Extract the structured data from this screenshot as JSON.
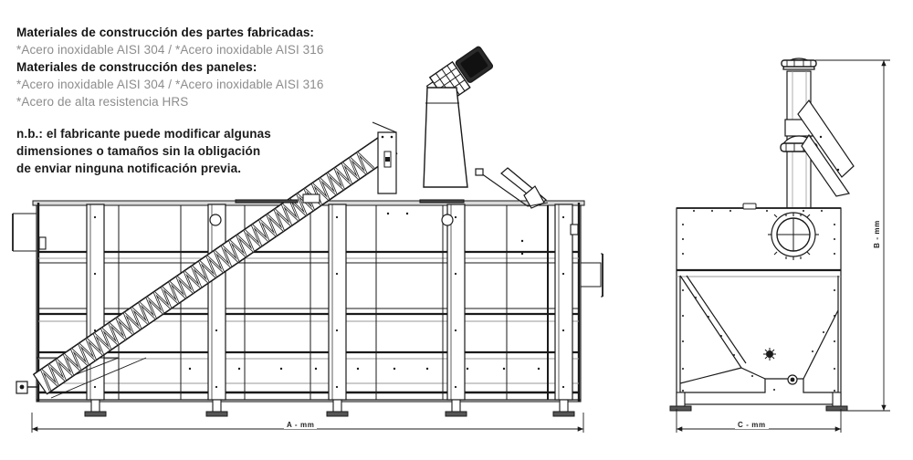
{
  "document": {
    "kind": "technical-drawing",
    "language": "es",
    "background_color": "#ffffff",
    "line_color": "#1a1a1a",
    "muted_text_color": "#8d8d8d",
    "heading_text_color": "#141414"
  },
  "specs": {
    "heading_1": "Materiales de construcción des partes fabricadas:",
    "materials_1": "*Acero inoxidable AISI 304 / *Acero inoxidable AISI 316",
    "heading_2": "Materiales de construcción des paneles:",
    "materials_2": "*Acero inoxidable AISI 304 / *Acero inoxidable AISI 316",
    "materials_3": "*Acero de alta resistencia HRS"
  },
  "note": {
    "line_1": "n.b.: el fabricante puede modificar algunas",
    "line_2": "dimensiones o tamaños sin la obligación",
    "line_3": "de enviar ninguna notificación previa."
  },
  "dimensions": {
    "width_overall": "A - mm",
    "height_overall": "B - mm",
    "depth_overall": "C - mm"
  },
  "views": {
    "front": {
      "name": "front-elevation",
      "components": [
        "inlet-flange",
        "tank-body",
        "screw-conveyor",
        "gear-motor",
        "discharge-chute",
        "support-legs",
        "outlet-flange",
        "inspection-ports"
      ]
    },
    "side": {
      "name": "side-elevation",
      "components": [
        "riser-column",
        "top-flange",
        "mid-flange",
        "discharge-chute",
        "tank-body",
        "manhole",
        "hopper-bottom",
        "support-legs"
      ]
    }
  }
}
